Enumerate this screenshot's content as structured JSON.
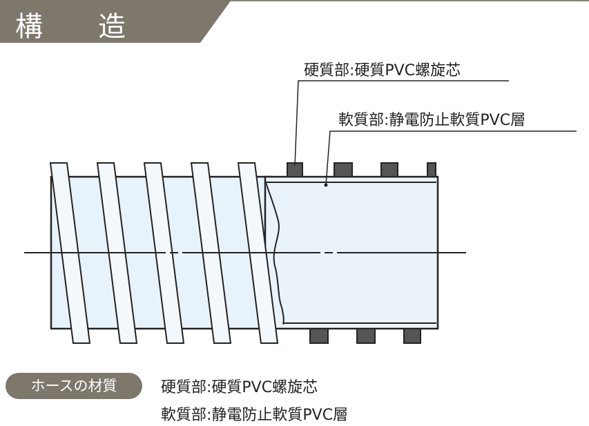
{
  "header": {
    "title_char1": "構",
    "title_char2": "造",
    "bg_color": "#7d776c"
  },
  "callouts": {
    "hard_part": "硬質部:硬質PVC螺旋芯",
    "soft_part": "軟質部:静電防止軟質PVC層"
  },
  "materials": {
    "badge_label": "ホースの材質",
    "hard_part": "硬質部:硬質PVC螺旋芯",
    "soft_part": "軟質部:静電防止軟質PVC層"
  },
  "colors": {
    "hose_fill": "#e8f2fb",
    "spiral_fill": "#f3f8fd",
    "core_block": "#555555",
    "outline": "#222222"
  }
}
